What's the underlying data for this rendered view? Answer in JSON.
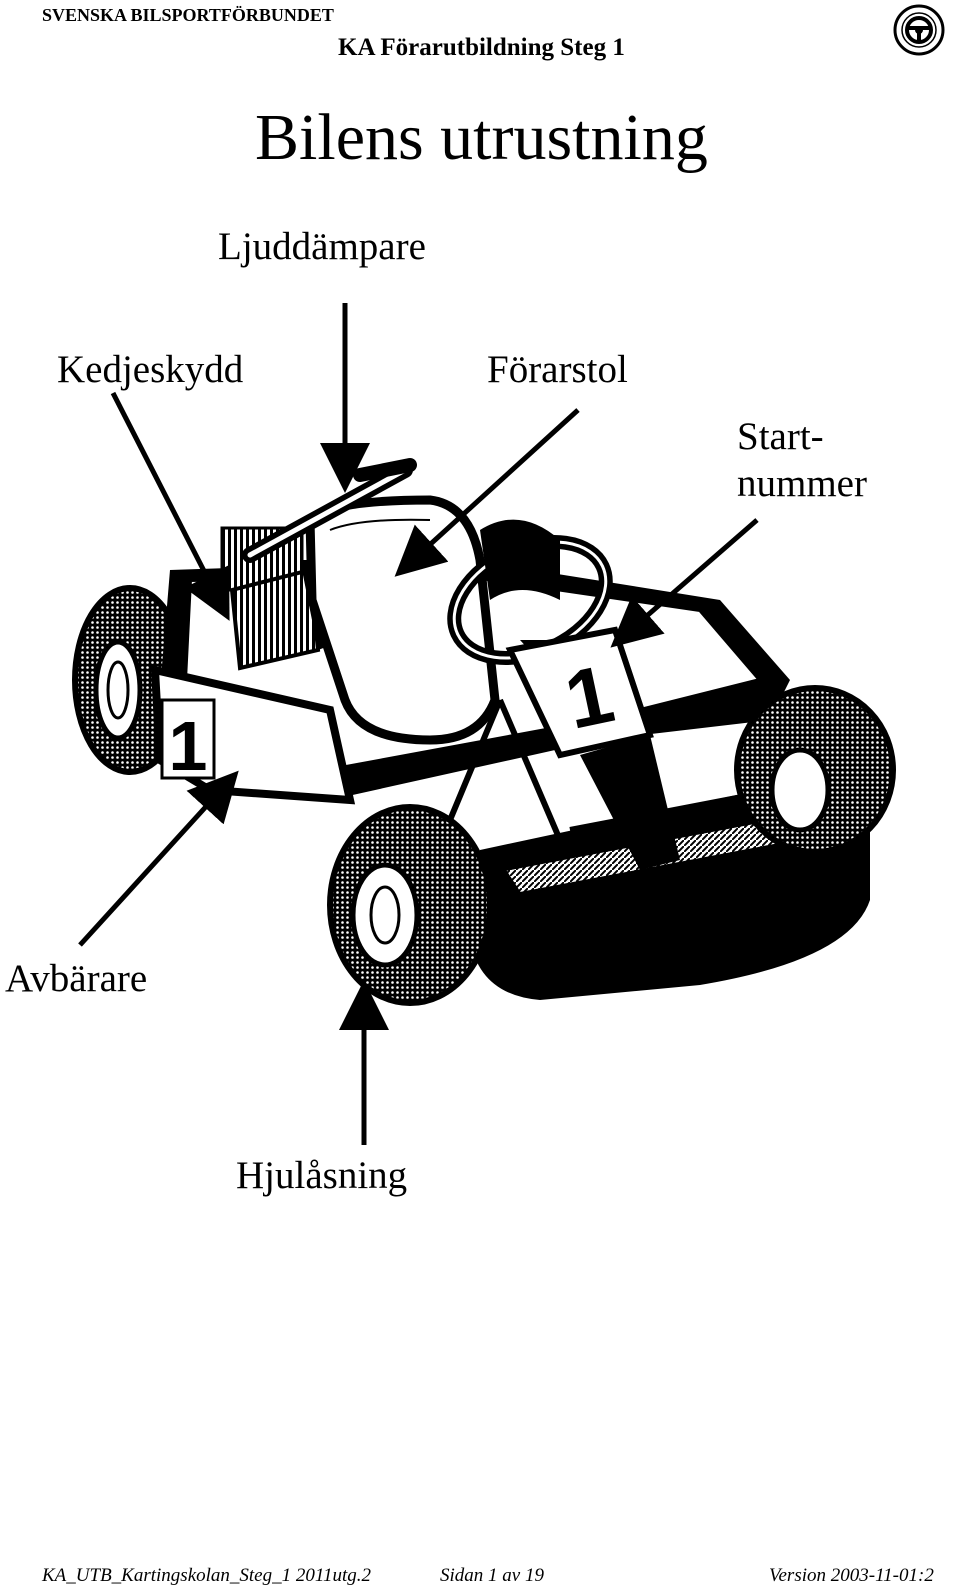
{
  "header": {
    "organization": "SVENSKA BILSPORTFÖRBUNDET",
    "course": "KA Förarutbildning Steg 1",
    "logo_icon": "sbf-emblem-icon"
  },
  "page": {
    "title": "Bilens utrustning"
  },
  "labels": {
    "ljuddampare": "Ljuddämpare",
    "kedjeskydd": "Kedjeskydd",
    "forarstol": "Förarstol",
    "startnummer_line1": "Start-",
    "startnummer_line2": "nummer",
    "avbarare": "Avbärare",
    "hjulasning": "Hjulåsning"
  },
  "illustration": {
    "number_plate_front": "1",
    "number_plate_side": "1"
  },
  "footer": {
    "document_id": "KA_UTB_Kartingskolan_Steg_1 2011utg.2",
    "page_info": "Sidan 1 av 19",
    "version": "Version 2003-11-01:2"
  }
}
